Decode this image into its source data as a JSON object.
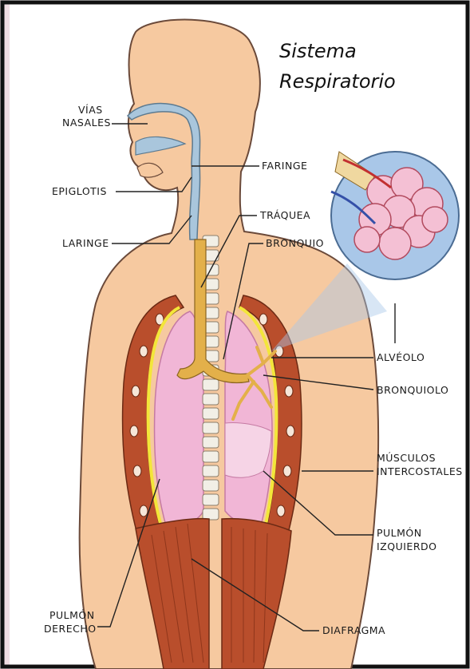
{
  "diagram": {
    "title_line1": "Sistema",
    "title_line2": "Respiratorio",
    "labels": {
      "vias_nasales_1": "VÍAS",
      "vias_nasales_2": "NASALES",
      "faringe": "FARINGE",
      "epiglotis": "EPIGLOTIS",
      "traquea": "TRÁQUEA",
      "laringe": "LARINGE",
      "bronquio": "BRONQUIO",
      "alveolo": "ALVÉOLO",
      "bronquiolo": "BRONQUIOLO",
      "musculos_1": "MÚSCULOS",
      "musculos_2": "INTERCOSTALES",
      "pulmon_izq_1": "PULMÓN",
      "pulmon_izq_2": "IZQUIERDO",
      "pulmon_der_1": "PULMÓN",
      "pulmon_der_2": "DERECHO",
      "diafragma": "DIAFRAGMA"
    },
    "colors": {
      "skin": "#f6c9a0",
      "skin_outline": "#6b4a3a",
      "airway": "#a9c6dc",
      "lung": "#f1b6d6",
      "lung_dark": "#d98ab5",
      "trachea": "#e3b04a",
      "rib_muscle": "#b94e2c",
      "pleura": "#f3e63a",
      "spine": "#f2efe6",
      "alveoli_bg": "#a9c7e8",
      "frame": "#111111",
      "left_band": "#f1dde3"
    }
  }
}
